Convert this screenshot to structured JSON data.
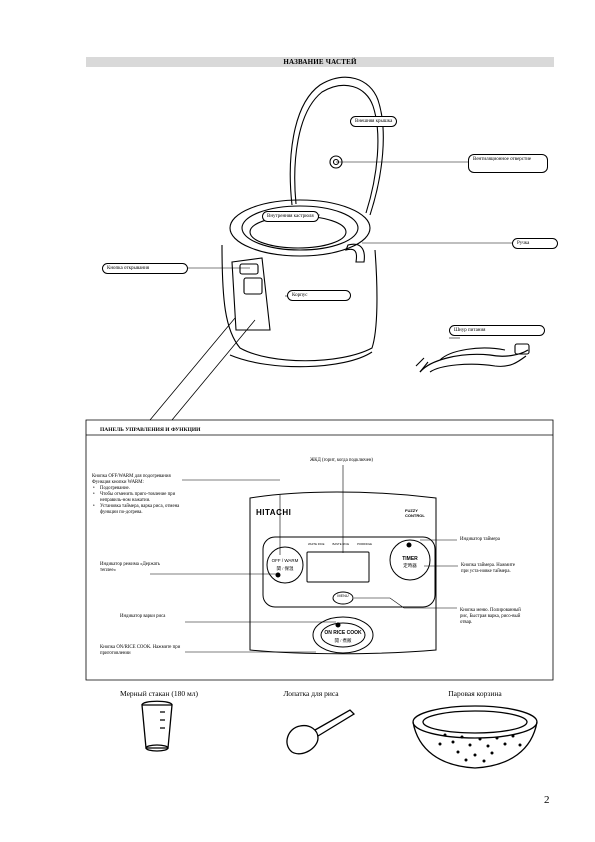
{
  "header": {
    "title": "НАЗВАНИЕ ЧАСТЕЙ"
  },
  "top_labels": {
    "outer_lid": "Внешняя крышка",
    "vent": "Вентиляционное отверстие",
    "inner_pot": "Внутренняя кастрюля",
    "handle": "Ручка",
    "open_button": "Кнопка открывания",
    "body": "Корпус",
    "power_cord": "Шнур питания"
  },
  "panel": {
    "title": "ПАНЕЛЬ УПРАВЛЕНИЯ И ФУНКЦИИ",
    "brand": "HITACHI",
    "fuzzy_logo": "FUZZY CONTROL",
    "off_warm_label": "OFF / WARM",
    "off_warm_sub": "関 / 保温",
    "timer_label": "TIMER",
    "timer_sub": "定時器",
    "menu_label": "MENU",
    "on_rice_cook_label": "ON RICE COOK",
    "on_rice_cook_sub": "開 / 煮飯",
    "lcd_tags": [
      "WHITE RICE",
      "BASTE RICE",
      "PORRIDGE"
    ]
  },
  "panel_labels": {
    "lcd": "ЖКД (горит, когда подключен)",
    "off_warm_title": "Кнопка OFF/WARM для подогревания",
    "warm_functions": "Функция кнопки WARM:",
    "warm_items": [
      "Подогревание.",
      "Чтобы отменить приго-товление при неправиль-ном нажатии.",
      "Установка таймера, варка риса, отмена функции по-догрева."
    ],
    "keep_warm_indicator": "Индикатор режима «Держать теплее»",
    "timer_indicator": "Индикатор таймера",
    "timer_button": "Кнопка таймера. Нажмите при уста-новке таймера.",
    "cook_indicator": "Индикатор варки риса",
    "menu_button": "Кнопка меню. Полированный рис, Быстрая варка, рисо-вый отвар.",
    "on_rice_cook_button": "Кнопка ON/RICE COOK. Нажмите при приготовлении"
  },
  "accessories": [
    {
      "name": "Мерный стакан (180 мл)"
    },
    {
      "name": "Лопатка для риса"
    },
    {
      "name": "Паровая корзина"
    }
  ],
  "page_number": "2"
}
